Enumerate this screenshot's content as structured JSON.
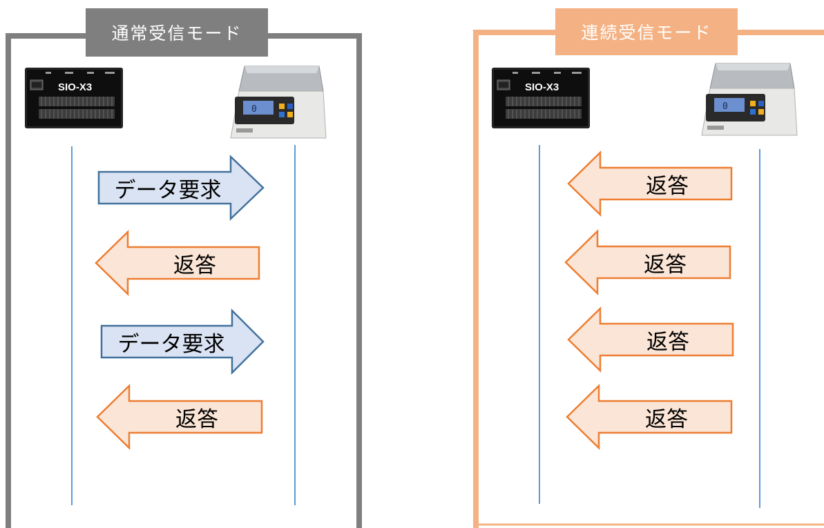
{
  "colors": {
    "normal_frame": "#7f7f7f",
    "continuous_frame": "#f4b183",
    "request_fill": "#dae3f3",
    "request_stroke": "#41719c",
    "response_fill": "#fbe5d6",
    "response_stroke": "#ed7d31",
    "lifeline": "#5b9bd5"
  },
  "panels": {
    "normal": {
      "title": "通常受信モード",
      "device_left": {
        "label": "SIO-X3",
        "icon": "io-module-icon"
      },
      "device_right": {
        "icon": "digital-scale-icon"
      },
      "messages": [
        {
          "label": "データ要求",
          "direction": "right",
          "kind": "request"
        },
        {
          "label": "返答",
          "direction": "left",
          "kind": "response"
        },
        {
          "label": "データ要求",
          "direction": "right",
          "kind": "request"
        },
        {
          "label": "返答",
          "direction": "left",
          "kind": "response"
        }
      ]
    },
    "continuous": {
      "title": "連続受信モード",
      "device_left": {
        "label": "SIO-X3",
        "icon": "io-module-icon"
      },
      "device_right": {
        "icon": "digital-scale-icon"
      },
      "messages": [
        {
          "label": "返答",
          "direction": "left",
          "kind": "response"
        },
        {
          "label": "返答",
          "direction": "left",
          "kind": "response"
        },
        {
          "label": "返答",
          "direction": "left",
          "kind": "response"
        },
        {
          "label": "返答",
          "direction": "left",
          "kind": "response"
        }
      ]
    }
  }
}
